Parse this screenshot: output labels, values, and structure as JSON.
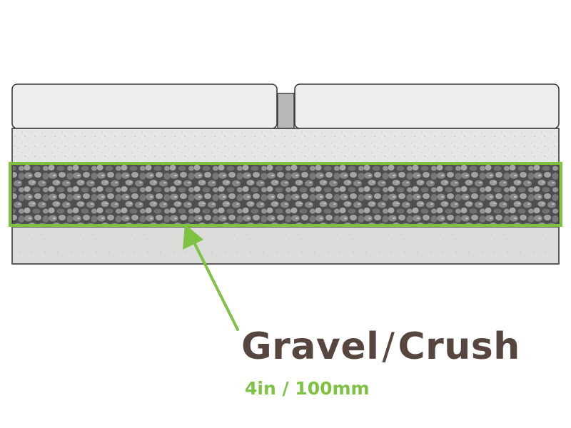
{
  "layer": {
    "name": "Gravel",
    "separator": "/",
    "name_2": "Crush",
    "thickness": "4in / 100mm"
  },
  "colors": {
    "highlight": "#7dc242",
    "label_text": "#574640",
    "outline": "#3a3a3a",
    "paver": "#ededed",
    "bedding": "#e6e6e4",
    "gravel": "#6b6b6d",
    "subbase": "#dcdcda",
    "joint": "#b9b9b9"
  }
}
